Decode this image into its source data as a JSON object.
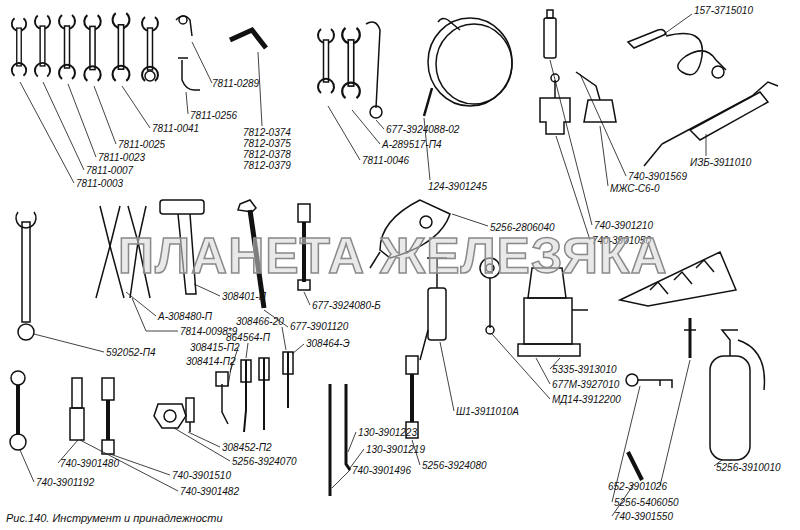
{
  "diagram": {
    "caption": "Рис.140. Инструмент и принадлежности",
    "labels": [
      "7811-0289",
      "7811-0256",
      "7811-0041",
      "7811-0025",
      "7811-0023",
      "7811-0007",
      "7811-0003",
      "7812-0374",
      "7812-0375",
      "7812-0378",
      "7812-0379",
      "677-3924088-02",
      "А-289517-П4",
      "7811-0046",
      "157-3715010",
      "ИЗБ-3911010",
      "740-3901569",
      "МЖС-С6-0",
      "124-3901245",
      "740-3901210",
      "740-3901050",
      "5256-2806040",
      "308401-П",
      "А-308480-П",
      "7814-0098*9",
      "677-3924080-Б",
      "677-3901120",
      "864564-П",
      "308466-20",
      "308415-П2",
      "308414-П2",
      "308464-Э",
      "592052-П4",
      "308452-П2",
      "5256-3924070",
      "740-3901480",
      "740-3901510",
      "740-3901192",
      "740-3901482",
      "130-3901223",
      "130-3901219",
      "740-3901496",
      "5256-3924080",
      "Ш1-3911010А",
      "5335-3913010",
      "677М-3927010",
      "МД14-3912200",
      "5256-3910010",
      "652-3901026",
      "5256-5406050",
      "740-3901550",
      "ПЛАНЕТА ЖЕЛЕЗЯКА"
    ]
  }
}
